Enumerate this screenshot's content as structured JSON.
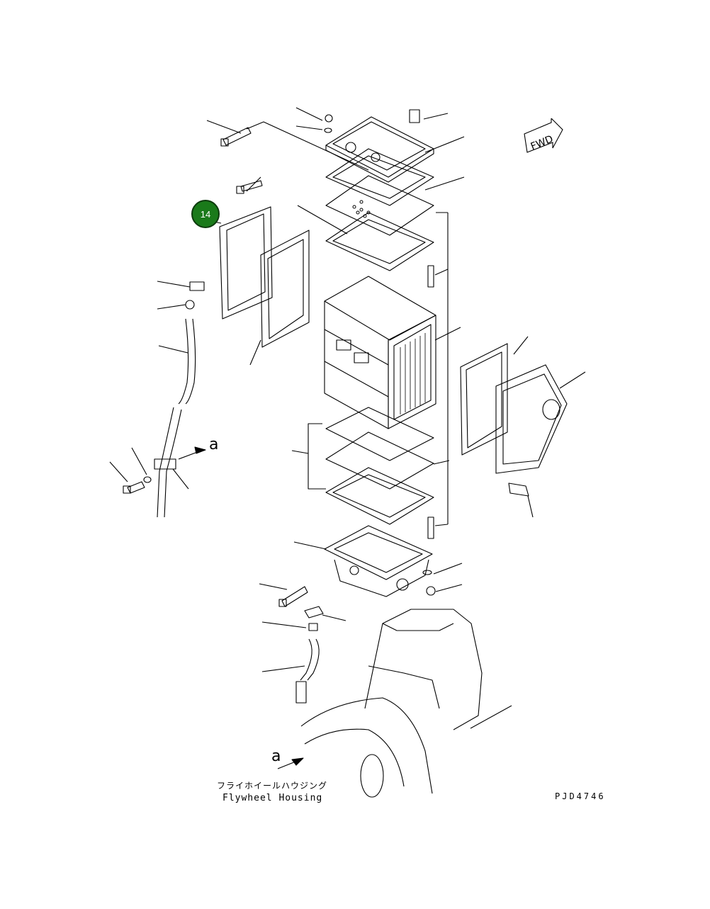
{
  "callout": {
    "number": "14"
  },
  "fwd": {
    "label": "FWD"
  },
  "detail_marker": {
    "label": "a"
  },
  "caption": {
    "jp": "フライホイールハウジング",
    "en": "Flywheel Housing"
  },
  "drawing_id": "PJD4746"
}
